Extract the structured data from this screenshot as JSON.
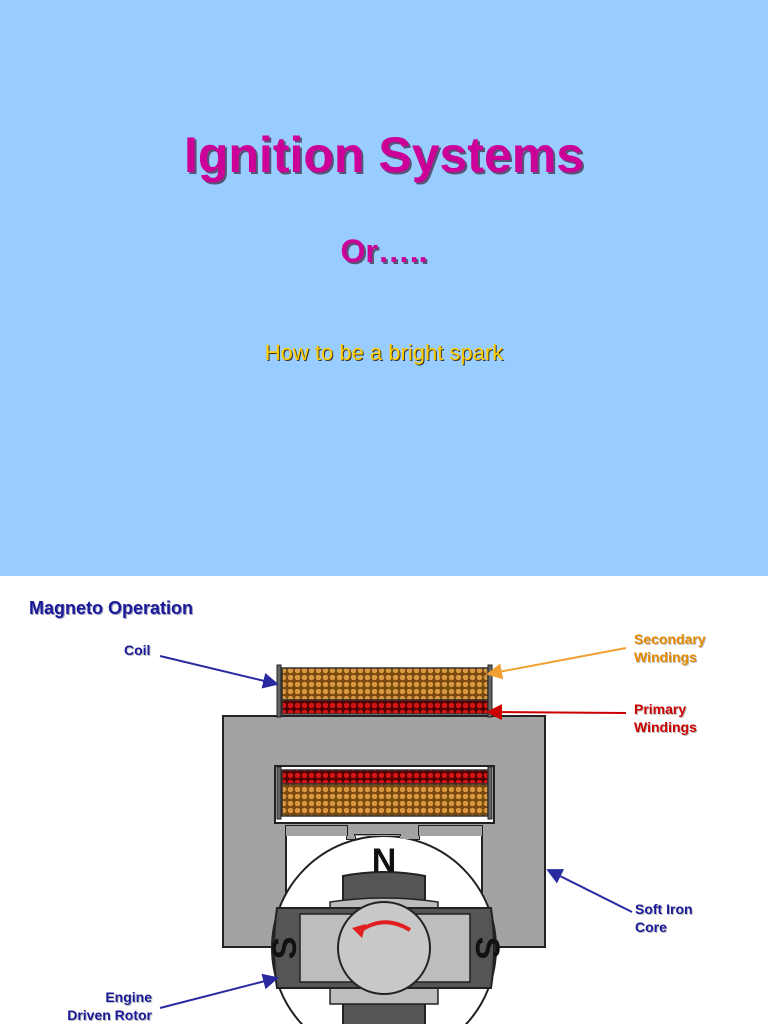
{
  "slide1": {
    "title": "Ignition Systems",
    "subtitle": "Or…..",
    "tagline": "How to be a bright spark"
  },
  "slide2": {
    "title": "Magneto Operation",
    "labels": {
      "coil": "Coil",
      "secondary_line1": "Secondary",
      "secondary_line2": "Windings",
      "primary_line1": "Primary",
      "primary_line2": "Windings",
      "core_line1": "Soft Iron",
      "core_line2": "Core",
      "rotor_line1": "Engine",
      "rotor_line2": "Driven Rotor"
    },
    "poles": {
      "north": "N",
      "south": "S"
    }
  },
  "colors": {
    "slide1_bg": "#99ccff",
    "title": "#cc0099",
    "tagline": "#ffcc00",
    "label_blue": "#1a1a99",
    "label_orange": "#e68a00",
    "label_red": "#cc0000",
    "core_grey": "#a0a0a0",
    "secondary_winding": "#cc8a3a",
    "primary_winding": "#cc1111"
  }
}
